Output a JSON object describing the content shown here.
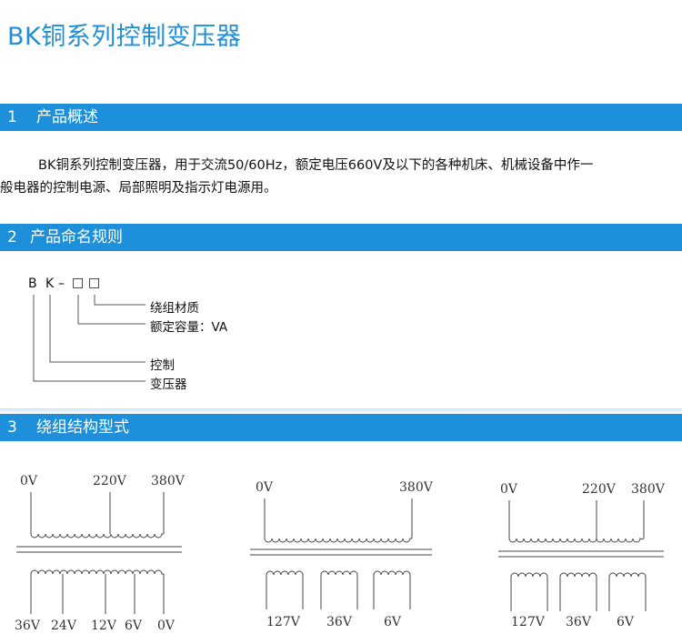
{
  "page_title": "BK铜系列控制变压器",
  "sections": [
    {
      "num": "1",
      "title": "产品概述"
    },
    {
      "num": "2",
      "title": "产品命名规则"
    },
    {
      "num": "3",
      "title": "绕组结构型式"
    }
  ],
  "overview": {
    "line1": "BK铜系列控制变压器，用于交流50/60Hz，额定电压660V及以下的各种机床、机械设备中作一",
    "line2": "般电器的控制电源、局部照明及指示灯电源用。"
  },
  "naming": {
    "c1": "B",
    "c2": "K",
    "dash": "–",
    "box1": "□",
    "box2": "□",
    "labels": [
      "绕组材质",
      "额定容量：VA",
      "控制",
      "变压器"
    ]
  },
  "windings": [
    {
      "primary": [
        "0V",
        "220V",
        "380V"
      ],
      "secondary": [
        "36V",
        "24V",
        "12V",
        "6V",
        "0V"
      ]
    },
    {
      "primary": [
        "0V",
        "380V"
      ],
      "secondary": [
        "127V",
        "36V",
        "6V"
      ]
    },
    {
      "primary": [
        "0V",
        "220V",
        "380V"
      ],
      "secondary": [
        "127V",
        "36V",
        "6V"
      ]
    }
  ]
}
